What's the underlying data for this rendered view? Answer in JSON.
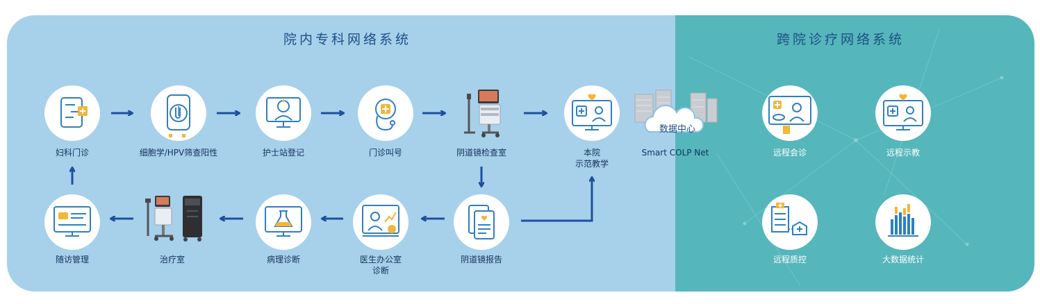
{
  "sections": {
    "left_title": "院内专科网络系统",
    "right_title": "跨院诊疗网络系统"
  },
  "nodes": {
    "gyn_clinic": "妇科门诊",
    "cytology_hpv": "细胞学/HPV筛查阳性",
    "nurse_station": "护士站登记",
    "outpatient_call": "门诊叫号",
    "colposcopy_room": "阴道镜检查室",
    "local_teaching_1": "本院",
    "local_teaching_2": "示范教学",
    "colposcopy_report": "阴道镜报告",
    "doctor_office_1": "医生办公室",
    "doctor_office_2": "诊断",
    "pathology": "病理诊断",
    "treatment_room": "治疗室",
    "follow_up": "随访管理"
  },
  "data_center": {
    "cloud_label": "数据中心",
    "network_name": "Smart COLP Net"
  },
  "remote": {
    "consultation": "远程会诊",
    "teaching": "远程示教",
    "quality_control": "远程质控",
    "big_data": "大数据统计"
  },
  "colors": {
    "left_bg": "#a7d0eb",
    "right_bg": "#55b6bb",
    "arrow": "#1d4f9c",
    "icon": "#2e7fc0",
    "accent": "#f3b53a"
  },
  "icons": {
    "gyn_clinic": "medical-document-icon",
    "cytology_hpv": "test-tube-phone-icon",
    "nurse_station": "nurse-monitor-icon",
    "outpatient_call": "stethoscope-icon",
    "colposcopy_room": "colposcope-cart-icon",
    "local_teaching": "teaching-screen-icon",
    "colposcopy_report": "report-pages-icon",
    "doctor_office": "doctor-desk-icon",
    "pathology": "flask-monitor-icon",
    "treatment_room": "treatment-devices-icon",
    "follow_up": "follow-up-monitor-icon",
    "data_center": "cloud-servers-icon",
    "consultation": "remote-consult-icon",
    "teaching": "remote-teaching-icon",
    "quality_control": "hospital-building-icon",
    "big_data": "bar-chart-icon"
  }
}
